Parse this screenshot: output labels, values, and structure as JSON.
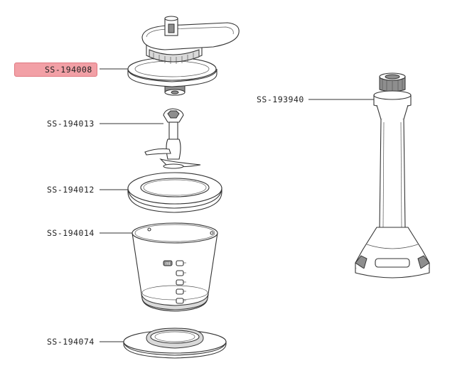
{
  "parts": [
    {
      "id": "lid",
      "code": "SS-194008",
      "highlighted": true
    },
    {
      "id": "blade",
      "code": "SS-194013",
      "highlighted": false
    },
    {
      "id": "seal",
      "code": "SS-194012",
      "highlighted": false
    },
    {
      "id": "bowl",
      "code": "SS-194014",
      "highlighted": false
    },
    {
      "id": "base",
      "code": "SS-194074",
      "highlighted": false
    },
    {
      "id": "shaft",
      "code": "SS-193940",
      "highlighted": false
    }
  ],
  "bowl_marking": "ml",
  "colors": {
    "highlight_fill": "#f2a0a6",
    "highlight_border": "#e07880",
    "line": "#333333"
  }
}
